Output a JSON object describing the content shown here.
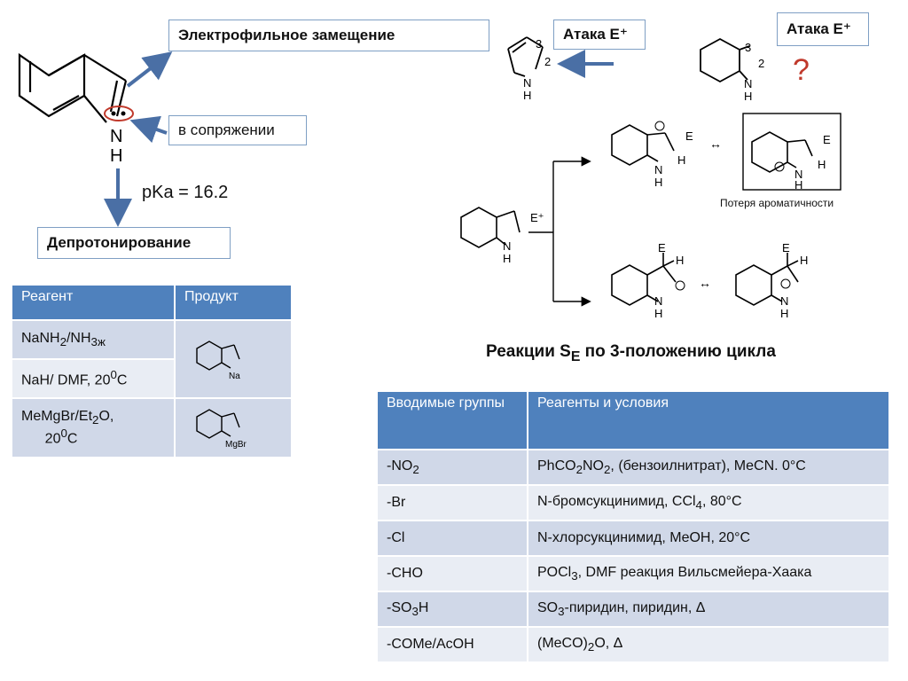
{
  "labels": {
    "electrophilic": "Электрофильное замещение",
    "conjugation": "в сопряжении",
    "deprotonation": "Депротонирование",
    "pka": "pKa = 16.2",
    "attack1": "Атака E⁺",
    "attack2": "Атака E⁺",
    "question": "?",
    "loss_aromaticity": "Потеря ароматичности",
    "reaction_title_pre": "Реакции S",
    "reaction_title_sub": "E",
    "reaction_title_post": " по 3-положению цикла",
    "reagent_e": "E⁺"
  },
  "table1": {
    "headers": [
      "Реагент",
      "Продукт"
    ],
    "rows": [
      {
        "reagent": "NaNH₂/NH₃ж"
      },
      {
        "reagent": "NaH/ DMF, 20⁰C"
      },
      {
        "reagent": "MeMgBr/Et₂O,\n20⁰C"
      }
    ],
    "product_labels": [
      "Na",
      "MgBr"
    ]
  },
  "table2": {
    "headers": [
      "Вводимые группы",
      "Реагенты и условия"
    ],
    "rows": [
      {
        "group": "-NO₂",
        "cond": "PhCO₂NO₂, (бензоилнитрат), MeCN. 0°C"
      },
      {
        "group": "-Br",
        "cond": "N-бромсукцинимид, CCl₄, 80°C"
      },
      {
        "group": "-Cl",
        "cond": "N-хлорсукцинимид, MeOH, 20°C"
      },
      {
        "group": "-CHO",
        "cond": "POCl₃, DMF реакция Вильсмейера-Хаака"
      },
      {
        "group": "-SO₃H",
        "cond": "SO₃-пиридин, пиридин, Δ"
      },
      {
        "group": "-COMe/AcOH",
        "cond": "(MeCO)₂O, Δ"
      }
    ]
  },
  "atoms": {
    "n": "N",
    "h": "H",
    "e": "E",
    "c2": "2",
    "c3": "3"
  }
}
